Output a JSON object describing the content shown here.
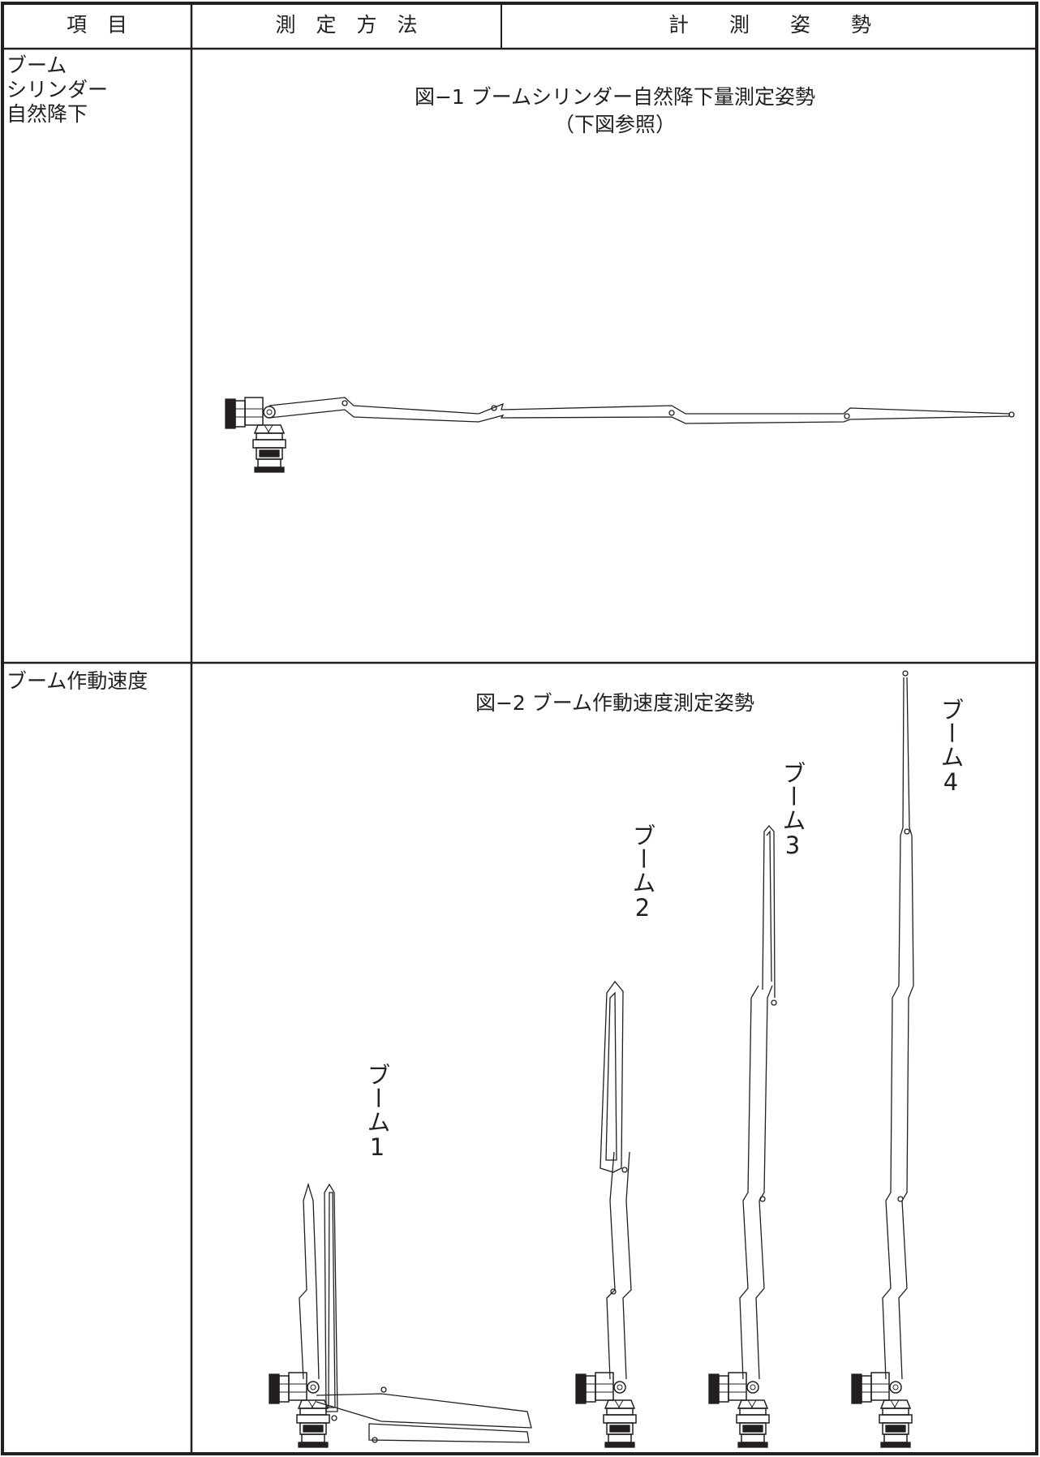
{
  "header": {
    "item": "項　目",
    "method": "測　定　方　法",
    "posture": "計　　測　　姿　　勢"
  },
  "rows": [
    {
      "item": "ブーム\nシリンダー\n自然降下",
      "figure_title": "図−1 ブームシリンダー自然降下量測定姿勢",
      "figure_note": "（下図参照）"
    },
    {
      "item": "ブーム作動速度",
      "figure_title": "図−2 ブーム作動速度測定姿勢",
      "boom_labels": [
        {
          "text": "ブーム",
          "num": "1"
        },
        {
          "text": "ブーム",
          "num": "2"
        },
        {
          "text": "ブーム",
          "num": "3"
        },
        {
          "text": "ブーム",
          "num": "4"
        }
      ]
    }
  ],
  "colors": {
    "ink": "#231f20",
    "paper": "#ffffff"
  }
}
